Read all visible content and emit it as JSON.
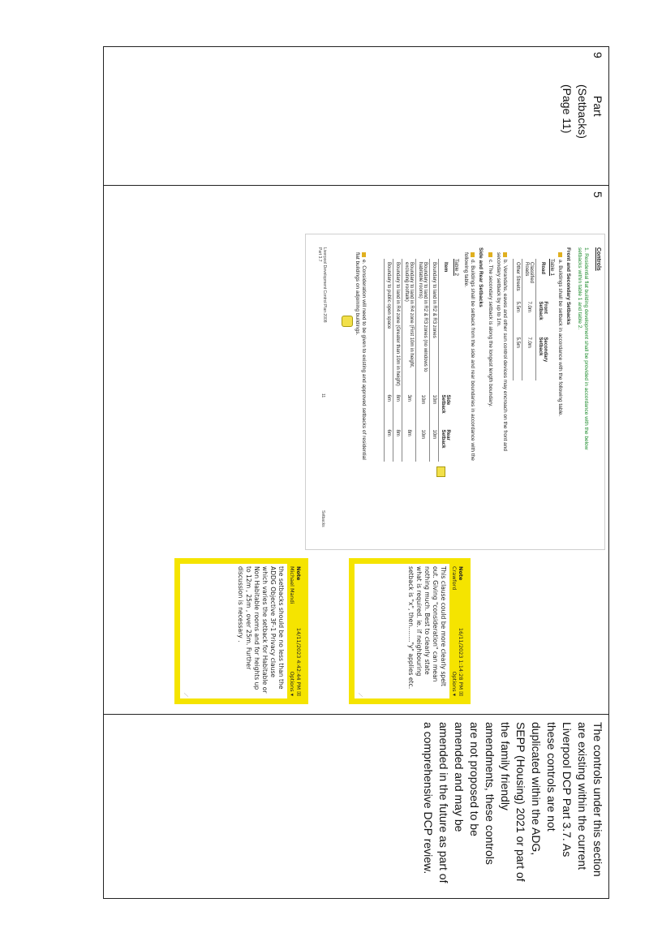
{
  "row": {
    "number": "9",
    "section_lines": [
      "Part",
      "(Setbacks)",
      "(Page 11)"
    ],
    "item": "5",
    "comment_lines": [
      "The controls under this section",
      "are existing within the current",
      "Liverpool DCP Part 3.7. As",
      "these controls are not",
      "duplicated within the ADG,",
      "SEPP (Housing) 2021 or part of",
      "the family friendly",
      "amendments, these controls",
      "are not proposed to be",
      "amended and may be",
      "amended in the future as part of",
      "a comprehensive DCP review."
    ]
  },
  "doc": {
    "heading": "Controls",
    "p1": [
      "1.  Residential flat building development shall be provided in accordance with the below",
      "     setbacks within table 1 and table 2."
    ],
    "front_heading": "Front and Secondary Setbacks",
    "a_line": "a. Buildings shall be setback in accordance with the following table.",
    "table1_label": "Table 1",
    "table1": {
      "headers": [
        "Road",
        "Front Setback",
        "Secondary Setback"
      ],
      "rows": [
        [
          "Classified Roads",
          "7.0m",
          "7.0m"
        ],
        [
          "Other Streets",
          "5.5m",
          "5.5m"
        ]
      ]
    },
    "b_lines": [
      "b. Verandahs, eaves and other sun control devices may encroach on the front and",
      "    secondary setback by up to 1m."
    ],
    "c_line": "c. The secondary setback is along the longest length boundary.",
    "side_heading": "Side and Rear Setbacks",
    "d_lines": [
      "d. Buildings shall be setback from the side and rear boundaries in accordance with the",
      "    following table."
    ],
    "table2_label": "Table 2",
    "table2": {
      "headers": [
        "Item",
        "Side Setback",
        "Rear Setback"
      ],
      "rows": [
        [
          "Boundary to land in R2 & R3 zones",
          "10m",
          "10m"
        ],
        [
          "Boundary to land in R2 & R3 zones (no windows to habitable rooms)",
          "10m",
          "10m"
        ],
        [
          "Boundary to land in R4 zone (First 10m in height, excluding rooftalk)",
          "3m",
          "8m"
        ],
        [
          "Boundary to land in R4 zone (Greater than 10m in height)",
          "8m",
          "8m"
        ],
        [
          "Boundary to public open space",
          "6m",
          "6m"
        ]
      ]
    },
    "e_lines": [
      "e. Consideration will need to be given to existing and approved setbacks of residential",
      "    flat buildings on adjoining buildings."
    ],
    "footer_left": [
      "Liverpool Development Control Plan 2008",
      "Part 3.7"
    ],
    "footer_page": "11",
    "footer_right": "Setbacks"
  },
  "notes": [
    {
      "label": "Note",
      "author": "Michael Mandi",
      "timestamp": "14/11/2023 4:42:44 PM",
      "options": "Options",
      "lines": [
        "the setbacks should be no less than the",
        "ADDG Objective 3F-1 Privacy clause",
        "which varies the setback for Habitable or",
        "Non Habitable rooms and for heights up",
        "to 12m , 25m , over 25m. Further",
        "discussion is necessary ."
      ]
    },
    {
      "label": "Note",
      "author": "Crawford",
      "timestamp": "16/11/2023 1:14:28 PM",
      "options": "Options",
      "lines": [
        "This clause could be more clearly spelt",
        "out. Giving \"consideration\" can mean",
        "nothing much. Best to clearly state",
        "what is required. ie. if neighbouring",
        "setback is \"x\", then........\"y\" applies etc."
      ]
    }
  ]
}
